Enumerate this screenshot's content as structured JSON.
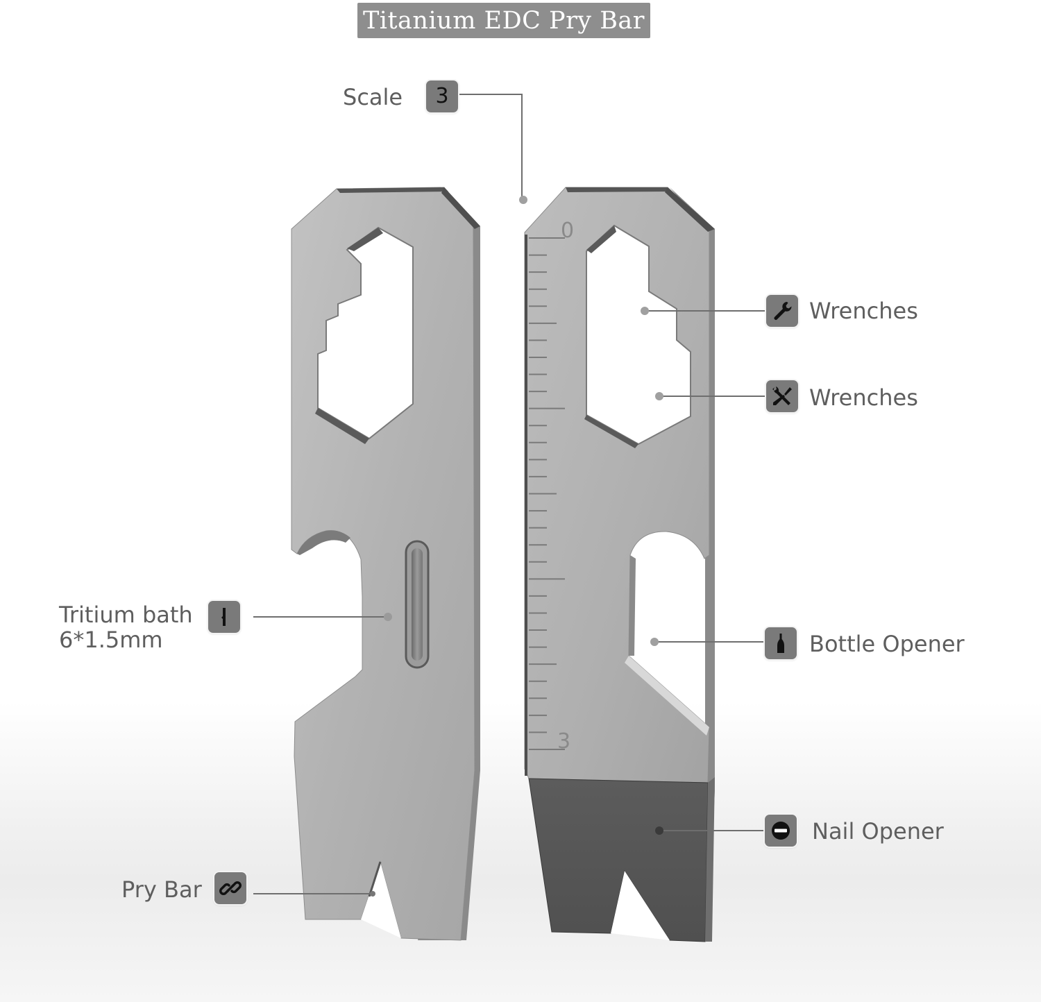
{
  "title": "Titanium EDC Pry Bar",
  "colors": {
    "banner_bg": "#8e8e8e",
    "banner_text": "#ffffff",
    "label_text": "#5e5e5e",
    "badge_bg": "#7a7a7a",
    "bar_face": "#b4b4b4",
    "bar_edge": "#6a6a6a",
    "nail_opener_face": "#585858",
    "leader_line": "#6e6e6e"
  },
  "ruler": {
    "start_label": "0",
    "end_label": "3",
    "tick_count": 31
  },
  "callouts": [
    {
      "id": "scale",
      "label": "Scale",
      "badge_text": "3",
      "icon": "number-3-icon"
    },
    {
      "id": "wrench-1",
      "label": "Wrenches",
      "icon": "wrench-icon"
    },
    {
      "id": "wrench-2",
      "label": "Wrenches",
      "icon": "wrench-screwdriver-icon"
    },
    {
      "id": "tritium",
      "label": "Tritium bath",
      "sublabel": "6*1.5mm",
      "icon": "tritium-vial-icon"
    },
    {
      "id": "bottle-opener",
      "label": "Bottle Opener",
      "icon": "bottle-icon"
    },
    {
      "id": "nail-opener",
      "label": "Nail Opener",
      "icon": "no-entry-icon"
    },
    {
      "id": "pry-bar",
      "label": "Pry Bar",
      "icon": "chain-link-icon"
    }
  ]
}
